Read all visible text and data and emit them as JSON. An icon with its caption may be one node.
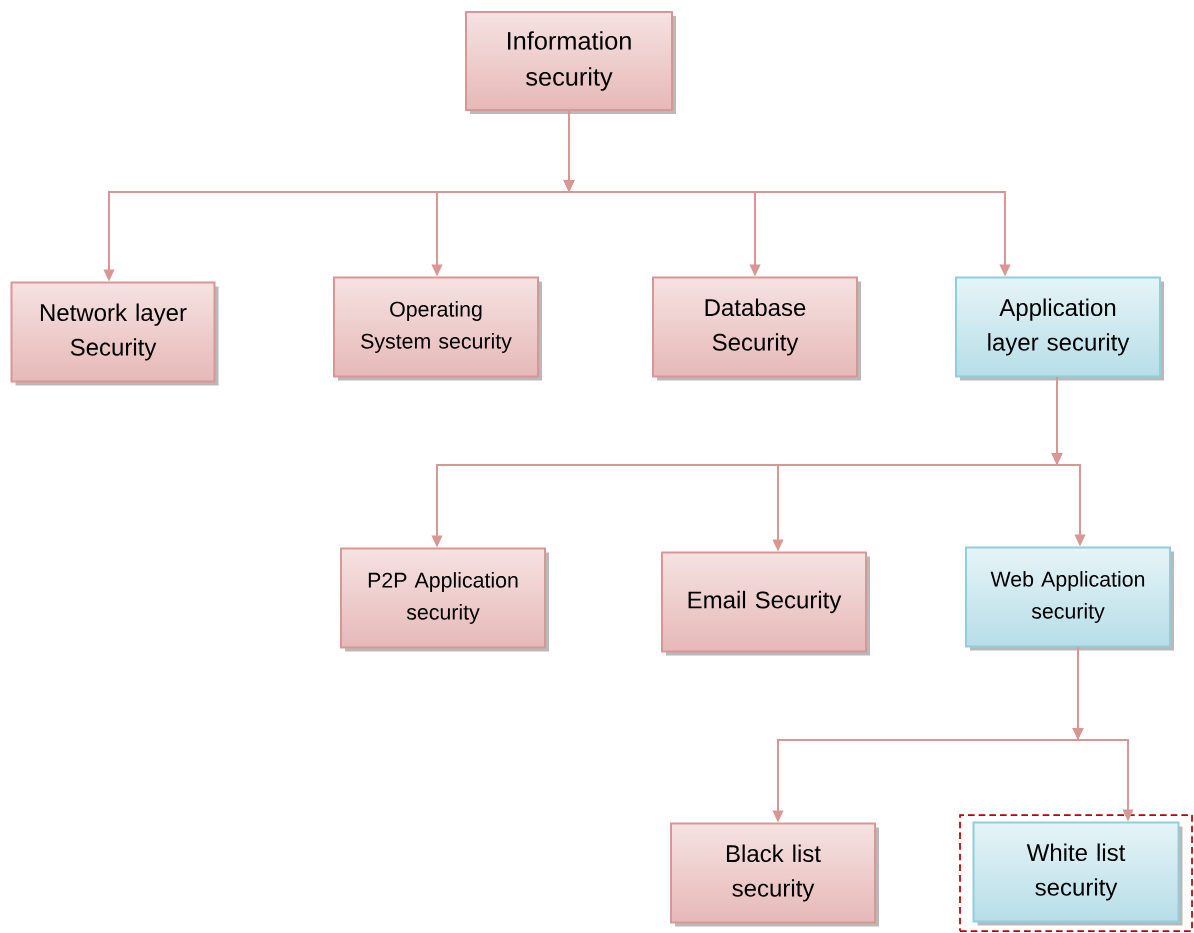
{
  "diagram": {
    "nodes": [
      {
        "text": [
          "Information security"
        ]
      },
      {
        "text": [
          "Network layer Security"
        ]
      },
      {
        "text": [
          "Operating System security"
        ]
      },
      {
        "text": [
          "Database Security"
        ]
      },
      {
        "text": [
          "Application layer security"
        ]
      },
      {
        "text": [
          "P2P Application security"
        ]
      },
      {
        "text": [
          "Email Security"
        ]
      },
      {
        "text": [
          "Web Application security"
        ]
      },
      {
        "text": [
          "Black list security"
        ]
      },
      {
        "text": [],
        "shape": "box"
      },
      {
        "text": [
          "White list security"
        ],
        "in": 9
      }
    ],
    "edges": [
      {
        "from": 0,
        "to": 1,
        "arrow": "to"
      },
      {
        "from": 0,
        "to": 2,
        "arrow": "to"
      },
      {
        "from": 0,
        "to": 3,
        "arrow": "to"
      },
      {
        "from": 0,
        "to": 4,
        "arrow": "to"
      },
      {
        "from": 4,
        "to": 5,
        "arrow": "to"
      },
      {
        "from": 4,
        "to": 6,
        "arrow": "to"
      },
      {
        "from": 4,
        "to": 7,
        "arrow": "to"
      },
      {
        "from": 7,
        "to": 8,
        "arrow": "to"
      },
      {
        "from": 7,
        "to": 10,
        "arrow": "to"
      }
    ]
  }
}
